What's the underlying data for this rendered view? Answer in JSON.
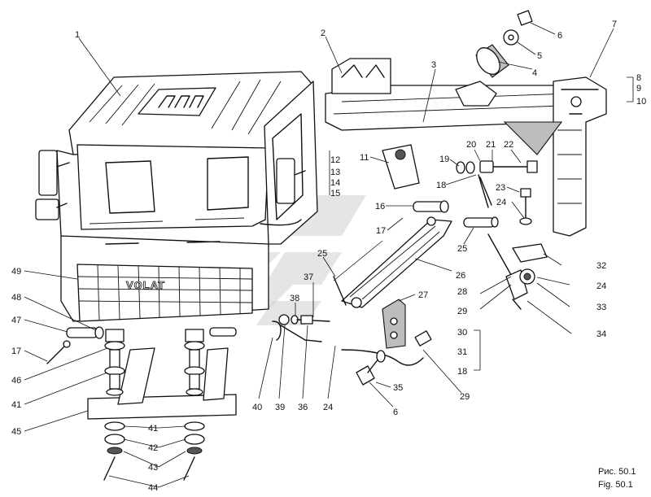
{
  "brand_text": "VOLAT",
  "caption": {
    "ru": "Рис. 50.1",
    "en": "Fig. 50.1"
  },
  "callouts": [
    "1",
    "2",
    "3",
    "4",
    "5",
    "6",
    "7",
    "8",
    "9",
    "10",
    "11",
    "12",
    "13",
    "14",
    "15",
    "16",
    "17",
    "18",
    "19",
    "20",
    "21",
    "22",
    "23",
    "24",
    "25",
    "25",
    "26",
    "27",
    "28",
    "29",
    "30",
    "31",
    "18",
    "32",
    "24",
    "33",
    "34",
    "29",
    "6",
    "35",
    "24",
    "36",
    "39",
    "40",
    "38",
    "37",
    "49",
    "48",
    "47",
    "17",
    "46",
    "41",
    "45",
    "41",
    "42",
    "43",
    "44"
  ]
}
